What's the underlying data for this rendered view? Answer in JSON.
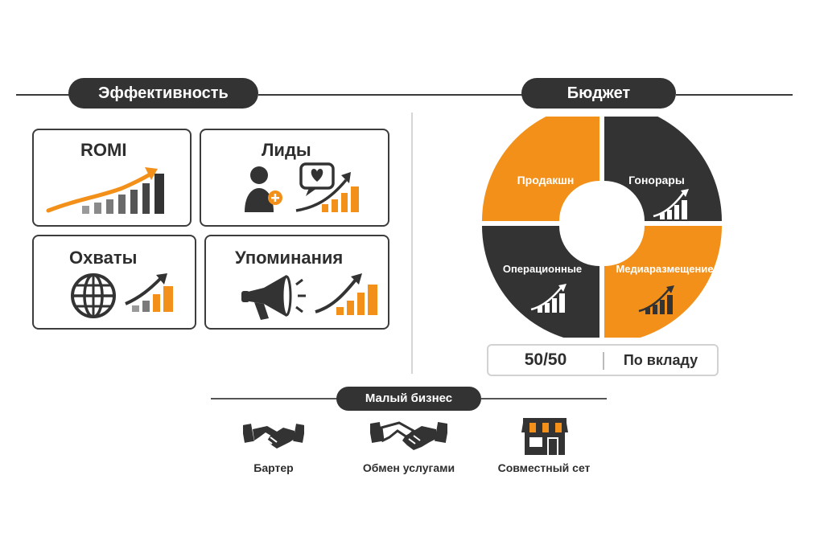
{
  "effectiveness": {
    "title": "Эффективность",
    "cards": [
      {
        "title": "ROMI",
        "icon": "romi-growth-chart-icon"
      },
      {
        "title": "Лиды",
        "icon": "leads-person-heart-icon"
      },
      {
        "title": "Охваты",
        "icon": "reach-globe-icon"
      },
      {
        "title": "Упоминания",
        "icon": "mentions-megaphone-icon"
      }
    ]
  },
  "budget": {
    "title": "Бюджет",
    "segments": [
      {
        "label": "Продакшн",
        "color": "#F39019"
      },
      {
        "label": "Гонорары",
        "color": "#333333"
      },
      {
        "label": "Операционные",
        "color": "#333333"
      },
      {
        "label": "Медиаразмещение",
        "color": "#F39019"
      }
    ],
    "split": {
      "left": "50/50",
      "right": "По вкладу"
    }
  },
  "small_business": {
    "title": "Малый бизнес",
    "items": [
      {
        "label": "Бартер",
        "icon": "handshake-icon"
      },
      {
        "label": "Обмен услугами",
        "icon": "handshake-icon"
      },
      {
        "label": "Совместный сет",
        "icon": "storefront-icon"
      }
    ]
  },
  "colors": {
    "accent": "#F39019",
    "dark": "#333333"
  }
}
